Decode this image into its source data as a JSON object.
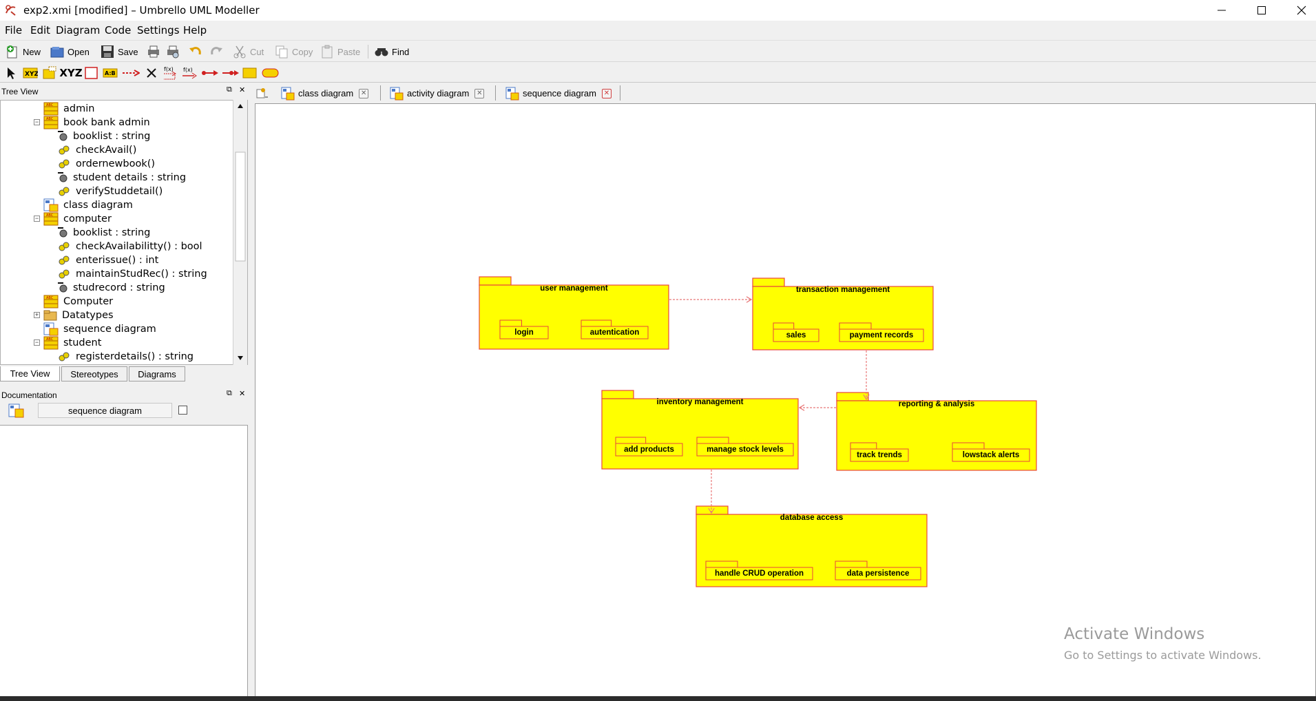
{
  "window": {
    "title": "exp2.xmi [modified] – Umbrello UML Modeller",
    "controls": [
      "minimize-icon",
      "maximize-icon",
      "close-icon"
    ]
  },
  "menubar": [
    "File",
    "Edit",
    "Diagram",
    "Code",
    "Settings",
    "Help"
  ],
  "toolbar": {
    "new": "New",
    "open": "Open",
    "save": "Save",
    "cut": "Cut",
    "copy": "Copy",
    "paste": "Paste",
    "find": "Find"
  },
  "diagram_toolbar": {
    "xyz_label": "XYZ",
    "tools": [
      "select-arrow-icon",
      "class-xyz-icon",
      "template-icon",
      "xyz-text-icon",
      "box-icon",
      "ab-label-icon",
      "dependency-arrow-icon",
      "delete-x-icon",
      "function-icon",
      "function-arrow-icon",
      "association-icon",
      "composition-icon",
      "note-icon",
      "rounded-box-icon"
    ]
  },
  "tree_panel": {
    "title": "Tree View",
    "rows": [
      {
        "label": "admin",
        "type": "class",
        "indent": 1,
        "expander": ""
      },
      {
        "label": "book bank admin",
        "type": "class",
        "indent": 1,
        "expander": "−"
      },
      {
        "label": "booklist : string",
        "type": "attr",
        "indent": 2,
        "expander": ""
      },
      {
        "label": "checkAvail()",
        "type": "op",
        "indent": 2,
        "expander": ""
      },
      {
        "label": "ordernewbook()",
        "type": "op",
        "indent": 2,
        "expander": ""
      },
      {
        "label": "student details : string",
        "type": "attr",
        "indent": 2,
        "expander": ""
      },
      {
        "label": "verifyStuddetail()",
        "type": "op",
        "indent": 2,
        "expander": ""
      },
      {
        "label": "class diagram",
        "type": "diagram",
        "indent": 1,
        "expander": ""
      },
      {
        "label": "computer",
        "type": "class",
        "indent": 1,
        "expander": "−"
      },
      {
        "label": "booklist : string",
        "type": "attr",
        "indent": 2,
        "expander": ""
      },
      {
        "label": "checkAvailabilitty() : bool",
        "type": "op",
        "indent": 2,
        "expander": ""
      },
      {
        "label": "enterissue() : int",
        "type": "op",
        "indent": 2,
        "expander": ""
      },
      {
        "label": "maintainStudRec() : string",
        "type": "op",
        "indent": 2,
        "expander": ""
      },
      {
        "label": "studrecord : string",
        "type": "attr",
        "indent": 2,
        "expander": ""
      },
      {
        "label": "Computer",
        "type": "class",
        "indent": 1,
        "expander": ""
      },
      {
        "label": "Datatypes",
        "type": "folder",
        "indent": 1,
        "expander": "+"
      },
      {
        "label": "sequence diagram",
        "type": "diagram",
        "indent": 1,
        "expander": ""
      },
      {
        "label": "student",
        "type": "class",
        "indent": 1,
        "expander": "−"
      },
      {
        "label": "registerdetails() : string",
        "type": "op",
        "indent": 2,
        "expander": ""
      }
    ],
    "bottom_tabs": [
      "Tree View",
      "Stereotypes",
      "Diagrams"
    ]
  },
  "documentation_panel": {
    "title": "Documentation",
    "selected_name": "sequence diagram"
  },
  "diagram_tabs": [
    {
      "label": "class diagram",
      "active": false
    },
    {
      "label": "activity diagram",
      "active": false
    },
    {
      "label": "sequence diagram",
      "active": true
    }
  ],
  "packages": [
    {
      "name": "user management",
      "subpackages": [
        "login",
        "autentication"
      ]
    },
    {
      "name": "transaction management",
      "subpackages": [
        "sales",
        "payment records"
      ]
    },
    {
      "name": "inventory management",
      "subpackages": [
        "add products",
        "manage stock levels"
      ]
    },
    {
      "name": "reporting & analysis",
      "subpackages": [
        "track trends",
        "lowstack alerts"
      ]
    },
    {
      "name": "database access",
      "subpackages": [
        "handle CRUD operation",
        "data persistence"
      ]
    }
  ],
  "colors": {
    "package_fill": "#ffff00",
    "package_border": "#e8463c",
    "dependency_line": "#e87878"
  },
  "watermark": {
    "line1": "Activate Windows",
    "line2": "Go to Settings to activate Windows."
  }
}
